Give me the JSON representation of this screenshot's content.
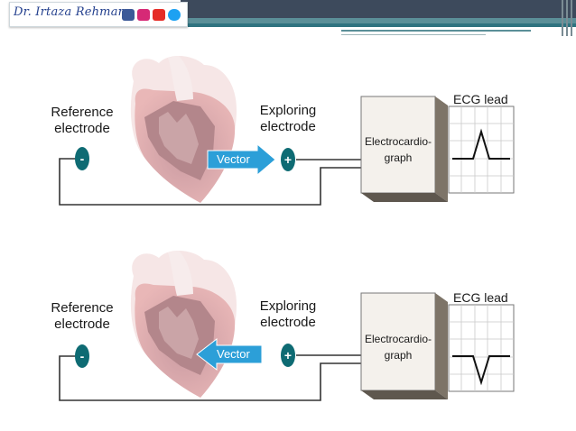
{
  "banner": {
    "brand_text": "Dr. Irtaza Rehman",
    "social_icons": [
      "facebook-icon",
      "instagram-icon",
      "youtube-icon",
      "twitter-icon"
    ],
    "colors": {
      "facebook": "#3b5998",
      "instagram": "#d62976",
      "youtube": "#e52d27",
      "twitter": "#1da1f2",
      "bar_dark": "#3d4a5c",
      "bar_teal": "#5b8f98"
    }
  },
  "panels": [
    {
      "reference_label": [
        "Reference",
        "electrode"
      ],
      "reference_sign": "-",
      "exploring_label": [
        "Exploring",
        "electrode"
      ],
      "exploring_sign": "+",
      "vector_label": "Vector",
      "vector_direction": "toward-exploring",
      "device_label": [
        "Electrocardio-",
        "graph"
      ],
      "ecg_label": "ECG lead",
      "ecg_deflection": "positive"
    },
    {
      "reference_label": [
        "Reference",
        "electrode"
      ],
      "reference_sign": "-",
      "exploring_label": [
        "Exploring",
        "electrode"
      ],
      "exploring_sign": "+",
      "vector_label": "Vector",
      "vector_direction": "toward-reference",
      "device_label": [
        "Electrocardio-",
        "graph"
      ],
      "ecg_label": "ECG lead",
      "ecg_deflection": "negative"
    }
  ],
  "colors": {
    "electrode": "#0e6b73",
    "vector": "#2c9fd8",
    "heart_outer": "#e8b8b8",
    "heart_inner": "#b68a8f",
    "device_face": "#f4f1ec",
    "device_side": "#7d7468",
    "grid": "#c9c9c9"
  }
}
